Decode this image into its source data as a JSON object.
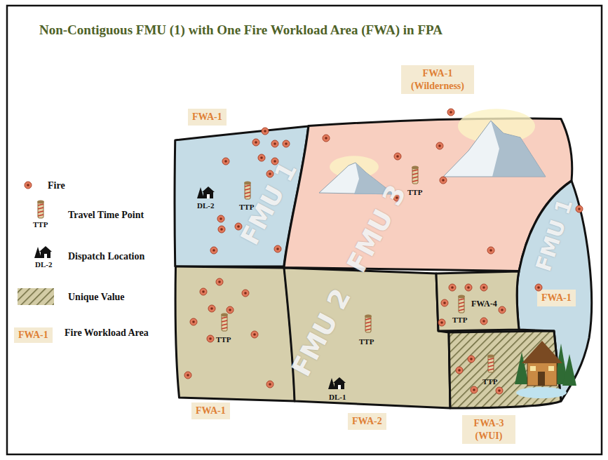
{
  "diagram": {
    "title": "Non-Contiguous FMU (1) with One Fire Workload Area (FWA) in FPA",
    "nodes": [
      {
        "text": [
          "FMU 1",
          "DL-2",
          "TTP"
        ]
      },
      {
        "text": [
          "FMU 3",
          "TTP"
        ]
      },
      {
        "text": [
          "FMU 1"
        ]
      },
      {
        "text": [
          "TTP"
        ]
      },
      {
        "text": [
          "FMU 2",
          "TTP",
          "DL-1"
        ]
      },
      {
        "text": [
          "FWA-4",
          "TTP"
        ]
      },
      {
        "text": [
          "TTP"
        ]
      },
      {
        "text": [
          "FWA-1"
        ]
      },
      {
        "text": [
          "FWA-1 (Wilderness)"
        ]
      },
      {
        "text": [
          "FWA-1"
        ]
      },
      {
        "text": [
          "FWA-1"
        ]
      },
      {
        "text": [
          "FWA-2"
        ]
      },
      {
        "text": [
          "FWA-3 (WUI)"
        ]
      }
    ],
    "labels": [
      "TTP",
      "DL-2",
      "FWA-1"
    ],
    "legend": [
      {
        "text": "Fire"
      },
      {
        "text": "Travel Time Point"
      },
      {
        "text": "Dispatch Location"
      },
      {
        "text": "Unique Value"
      },
      {
        "text": "Fire Workload Area"
      }
    ]
  }
}
